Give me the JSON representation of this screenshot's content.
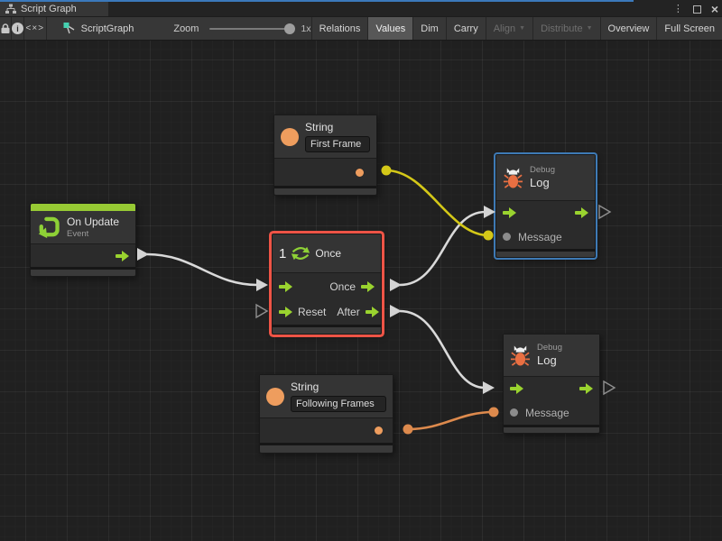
{
  "tab": {
    "title": "Script Graph"
  },
  "window_controls": {
    "menu": "⋮",
    "close": "×"
  },
  "toolbar": {
    "code_icon_label": "<×>",
    "graph_name": "ScriptGraph",
    "zoom_label": "Zoom",
    "zoom_value": "1x",
    "buttons": {
      "relations": "Relations",
      "values": "Values",
      "dim": "Dim",
      "carry": "Carry",
      "align": "Align",
      "distribute": "Distribute",
      "overview": "Overview",
      "fullscreen": "Full Screen"
    }
  },
  "nodes": {
    "on_update": {
      "title": "On Update",
      "subtitle": "Event"
    },
    "string_first_frame": {
      "title": "String",
      "value": "First Frame"
    },
    "once": {
      "number": "1",
      "title": "Once",
      "out_once": "Once",
      "in_reset": "Reset",
      "out_after": "After"
    },
    "debug_log_top": {
      "category": "Debug",
      "title": "Log",
      "input_label": "Message"
    },
    "debug_log_bottom": {
      "category": "Debug",
      "title": "Log",
      "input_label": "Message"
    },
    "string_following_frames": {
      "title": "String",
      "value": "Following Frames"
    }
  },
  "connections": [
    {
      "from": "on_update.trigger",
      "to": "once.enter",
      "color": "white"
    },
    {
      "from": "once.once",
      "to": "debug_log_top.enter",
      "color": "white"
    },
    {
      "from": "once.after",
      "to": "debug_log_bottom.enter",
      "color": "white"
    },
    {
      "from": "string_first_frame.output",
      "to": "debug_log_top.message",
      "color": "yellow"
    },
    {
      "from": "string_following_frames.output",
      "to": "debug_log_bottom.message",
      "color": "orange"
    }
  ],
  "colors": {
    "accent_green": "#9ad32f",
    "value_orange": "#ee9d5e",
    "bug_orange": "#e96f42",
    "wire_yellow": "#d4c818",
    "wire_orange": "#dd8a4d",
    "selection_red": "#ee5446",
    "selection_blue": "#3e7ab5",
    "focus_blue": "#3b79bb"
  }
}
